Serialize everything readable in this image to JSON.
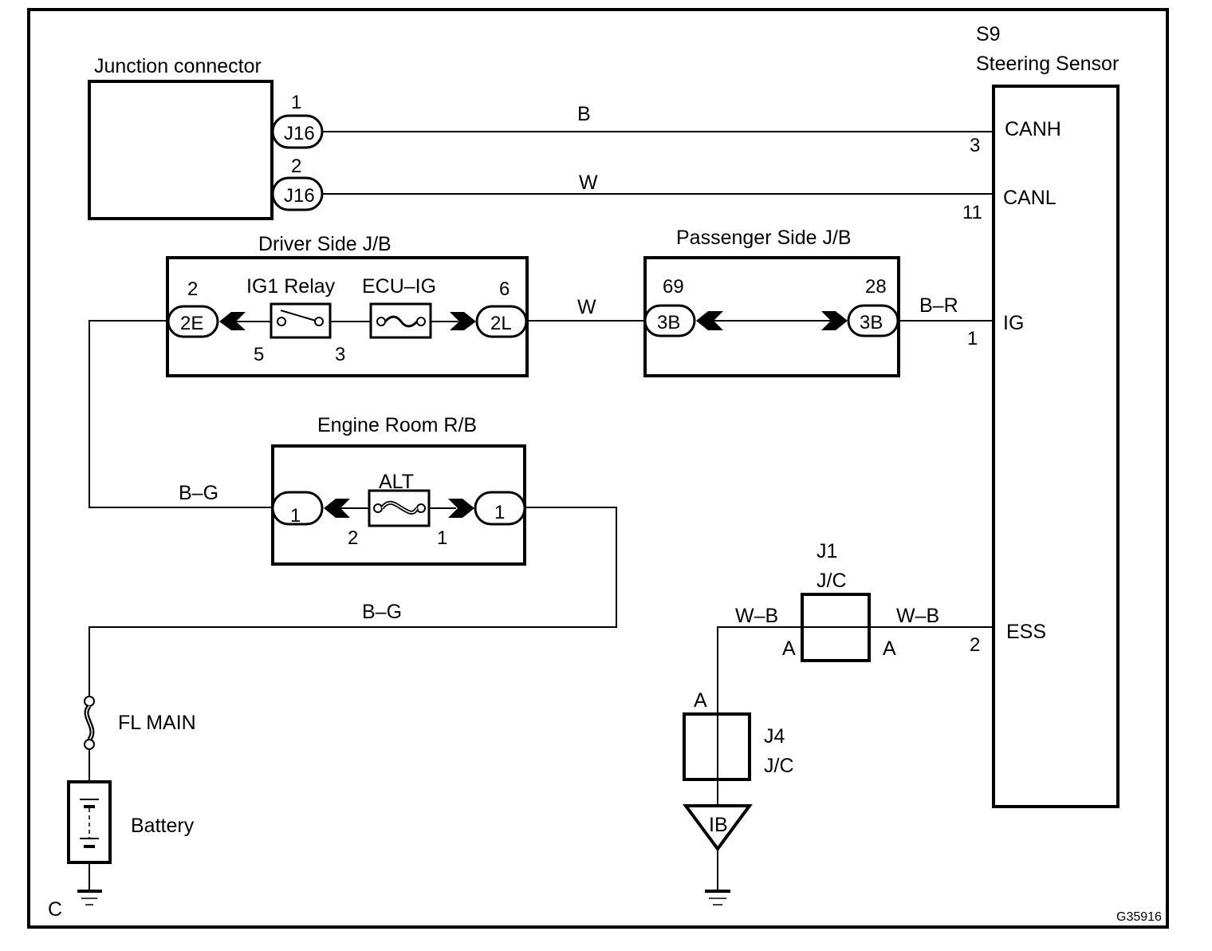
{
  "diagram": {
    "figure_id": "G35916",
    "corner_label": "C",
    "colors": {
      "line": "#000000",
      "background": "#ffffff"
    }
  },
  "junction_connector": {
    "title": "Junction connector",
    "pins": [
      {
        "pin": "1",
        "connector": "J16"
      },
      {
        "pin": "2",
        "connector": "J16"
      }
    ]
  },
  "steering_sensor": {
    "code": "S9",
    "title": "Steering Sensor",
    "terminals": [
      {
        "name": "CANH",
        "pin": "3"
      },
      {
        "name": "CANL",
        "pin": "11"
      },
      {
        "name": "IG",
        "pin": "1"
      },
      {
        "name": "ESS",
        "pin": "2"
      }
    ]
  },
  "wires": {
    "canh": "B",
    "canl": "W",
    "driver_to_passenger": "W",
    "passenger_to_ig": "B–R",
    "driver_to_engine_room": "B–G",
    "engine_room_to_fl_main": "B–G",
    "j1_left": "W–B",
    "j1_right": "W–B"
  },
  "driver_side_jb": {
    "title": "Driver Side J/B",
    "left_connector": {
      "pin": "2",
      "connector": "2E"
    },
    "right_connector": {
      "pin": "6",
      "connector": "2L"
    },
    "relay": {
      "label": "IG1 Relay",
      "pin_left": "5",
      "pin_right": "3"
    },
    "fuse": {
      "label": "ECU–IG"
    }
  },
  "passenger_side_jb": {
    "title": "Passenger Side J/B",
    "left_connector": {
      "pin": "69",
      "connector": "3B"
    },
    "right_connector": {
      "pin": "28",
      "connector": "3B"
    }
  },
  "engine_room_rb": {
    "title": "Engine Room R/B",
    "left_connector": {
      "connector": "1",
      "pin": "2"
    },
    "right_connector": {
      "connector": "1",
      "pin": "1"
    },
    "fuse": {
      "label": "ALT"
    }
  },
  "fl_main": {
    "label": "FL MAIN"
  },
  "battery": {
    "label": "Battery"
  },
  "j1": {
    "code": "J1",
    "type": "J/C",
    "pin_left": "A",
    "pin_right": "A"
  },
  "j4": {
    "code": "J4",
    "type": "J/C",
    "pin_top": "A"
  },
  "ground_point": {
    "label": "IB"
  }
}
